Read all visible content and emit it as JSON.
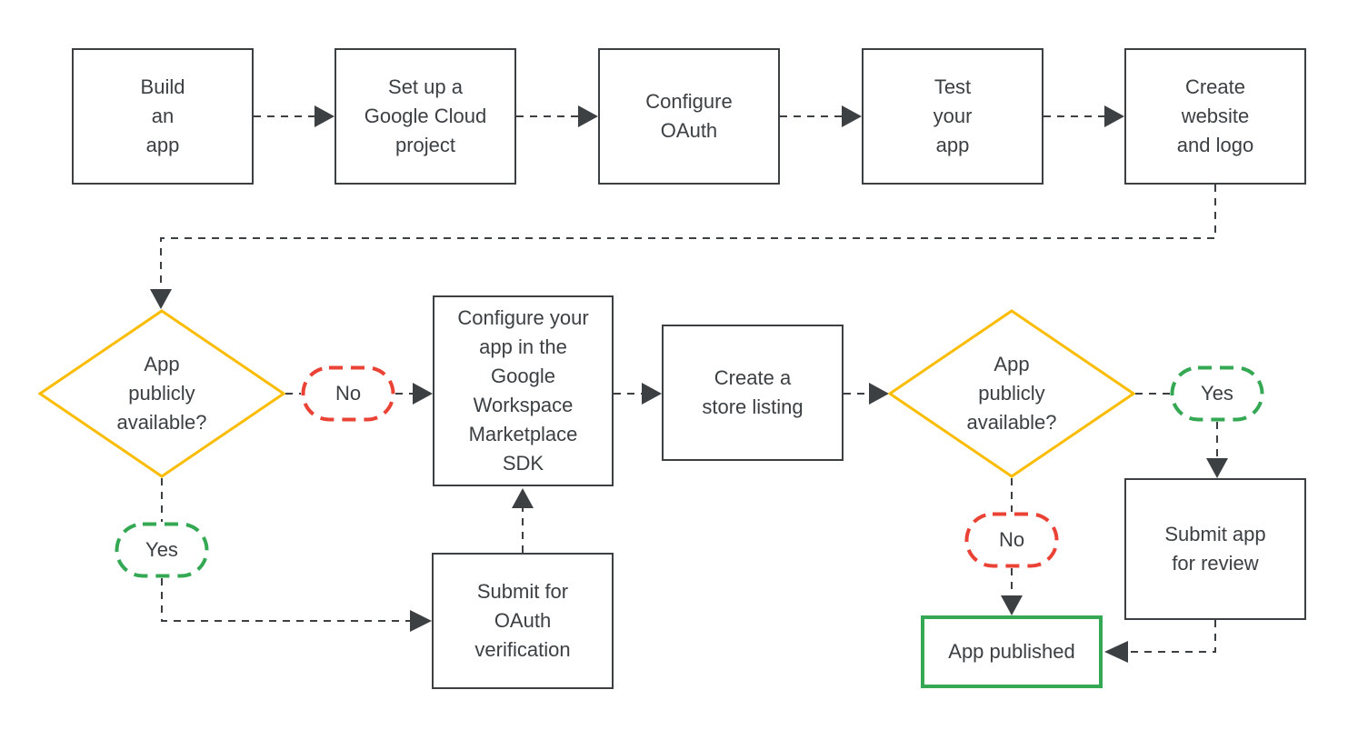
{
  "colors": {
    "ink": "#3C4043",
    "connector": "#3C4043",
    "box_border": "#3C4043",
    "decision_yellow": "#FBBC04",
    "no_red": "#EA4335",
    "yes_green": "#34A853",
    "published_green": "#34A853",
    "background": "#FFFFFF"
  },
  "nodes": {
    "build_app": {
      "label": "Build\nan\napp"
    },
    "cloud_project": {
      "label": "Set up a\nGoogle Cloud\nproject"
    },
    "configure_oauth": {
      "label": "Configure\nOAuth"
    },
    "test_app": {
      "label": "Test\nyour\napp"
    },
    "create_website": {
      "label": "Create\nwebsite\nand logo"
    },
    "decision_1": {
      "label": "App\npublicly\navailable?"
    },
    "no_1": {
      "label": "No"
    },
    "yes_1": {
      "label": "Yes"
    },
    "marketplace_sdk": {
      "label": "Configure your\napp in the\nGoogle\nWorkspace\nMarketplace\nSDK"
    },
    "oauth_verification": {
      "label": "Submit for\nOAuth\nverification"
    },
    "store_listing": {
      "label": "Create a\nstore listing"
    },
    "decision_2": {
      "label": "App\npublicly\navailable?"
    },
    "yes_2": {
      "label": "Yes"
    },
    "no_2": {
      "label": "No"
    },
    "submit_review": {
      "label": "Submit app\nfor review"
    },
    "app_published": {
      "label": "App published"
    }
  },
  "edges": [
    {
      "from": "build_app",
      "to": "cloud_project",
      "label": ""
    },
    {
      "from": "cloud_project",
      "to": "configure_oauth",
      "label": ""
    },
    {
      "from": "configure_oauth",
      "to": "test_app",
      "label": ""
    },
    {
      "from": "test_app",
      "to": "create_website",
      "label": ""
    },
    {
      "from": "create_website",
      "to": "decision_1",
      "label": ""
    },
    {
      "from": "decision_1",
      "to": "marketplace_sdk",
      "label": "No"
    },
    {
      "from": "decision_1",
      "to": "oauth_verification",
      "label": "Yes"
    },
    {
      "from": "oauth_verification",
      "to": "marketplace_sdk",
      "label": ""
    },
    {
      "from": "marketplace_sdk",
      "to": "store_listing",
      "label": ""
    },
    {
      "from": "store_listing",
      "to": "decision_2",
      "label": ""
    },
    {
      "from": "decision_2",
      "to": "submit_review",
      "label": "Yes"
    },
    {
      "from": "decision_2",
      "to": "app_published",
      "label": "No"
    },
    {
      "from": "submit_review",
      "to": "app_published",
      "label": ""
    }
  ]
}
